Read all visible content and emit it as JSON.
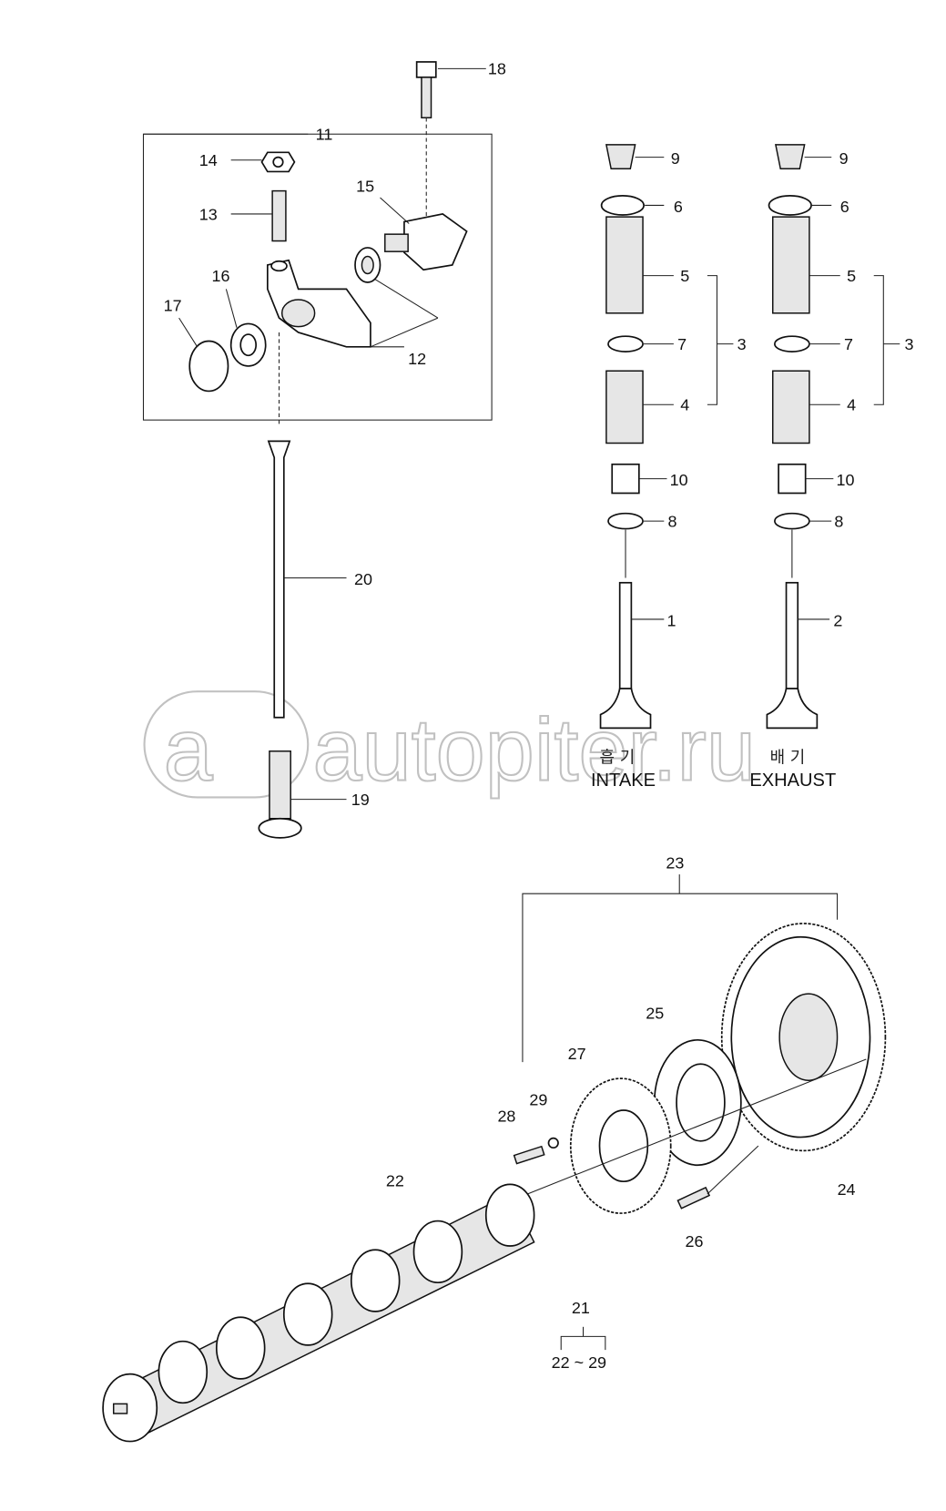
{
  "diagram": {
    "title": "Camshaft and valve train exploded view",
    "labels": {
      "p1": "1",
      "p2": "2",
      "p3a": "3",
      "p3b": "3",
      "p4a": "4",
      "p4b": "4",
      "p5a": "5",
      "p5b": "5",
      "p6a": "6",
      "p6b": "6",
      "p7a": "7",
      "p7b": "7",
      "p8a": "8",
      "p8b": "8",
      "p9a": "9",
      "p9b": "9",
      "p10a": "10",
      "p10b": "10",
      "p11": "11",
      "p12": "12",
      "p13": "13",
      "p14": "14",
      "p15": "15",
      "p16": "16",
      "p17": "17",
      "p18": "18",
      "p19": "19",
      "p20": "20",
      "p21": "21",
      "p22": "22",
      "p23": "23",
      "p24": "24",
      "p25": "25",
      "p26": "26",
      "p27": "27",
      "p28": "28",
      "p29": "29",
      "range": "22 ~ 29"
    },
    "intake_kr": "흡 기",
    "intake": "INTAKE",
    "exhaust_kr": "배 기",
    "exhaust": "EXHAUST",
    "watermark": "autopiter.ru"
  }
}
